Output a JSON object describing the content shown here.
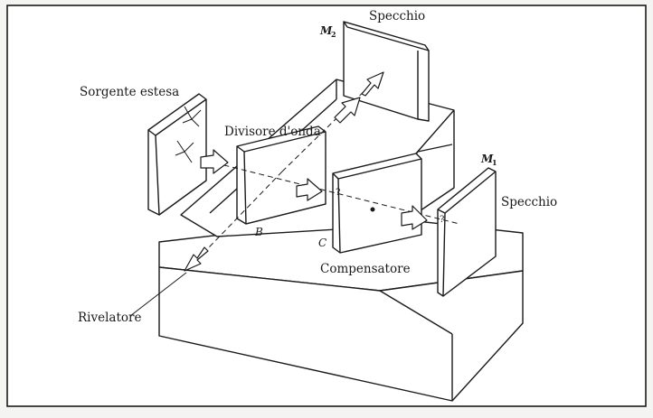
{
  "labels": {
    "source": "Sorgente estesa",
    "beam_splitter": "Divisore d'onda",
    "mirror_top": "Specchio",
    "mirror_top_symbol": "M",
    "mirror_top_sub": "2",
    "mirror_right": "Specchio",
    "mirror_right_symbol": "M",
    "mirror_right_sub": "1",
    "compensator": "Compensatore",
    "detector": "Rivelatore",
    "point_b": "B",
    "point_c": "C"
  },
  "colors": {
    "line": "#1a1a1a",
    "paper": "#f4f4f2",
    "panel": "#ffffff"
  }
}
